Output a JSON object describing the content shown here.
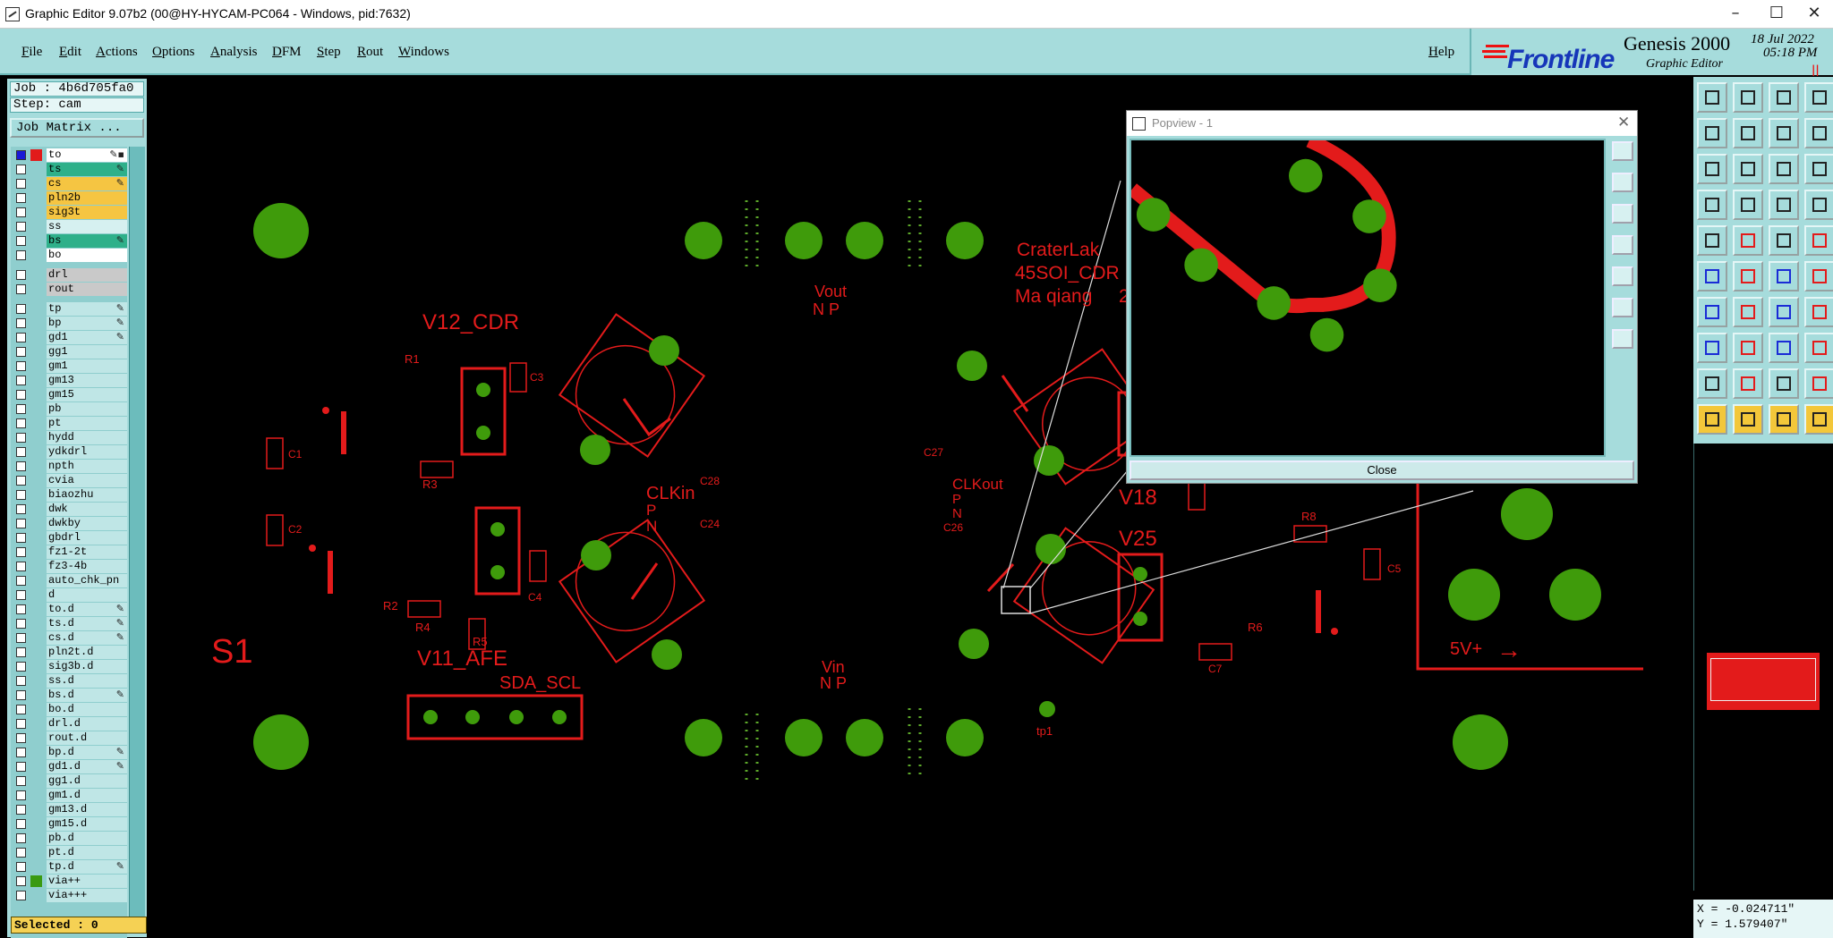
{
  "window": {
    "title": "Graphic Editor 9.07b2 (00@HY-HYCAM-PC064 - Windows, pid:7632)",
    "minimize": "–",
    "maximize": "☐",
    "close": "✕"
  },
  "menu": {
    "items": [
      "File",
      "Edit",
      "Actions",
      "Options",
      "Analysis",
      "DFM",
      "Step",
      "Rout",
      "Windows"
    ],
    "help": "Help"
  },
  "brand": {
    "logo": "Frontline",
    "product": "Genesis 2000",
    "subtitle": "Graphic Editor",
    "date": "18 Jul 2022",
    "time": "05:18 PM",
    "pause": "||"
  },
  "job": {
    "job_line": "Job : 4b6d705fa0",
    "step_line": "Step: cam",
    "matrix_button": "Job Matrix ..."
  },
  "layers": [
    {
      "name": "to",
      "color": "#ffffff",
      "swatch": "#e11b1b",
      "checked": true,
      "mark": "✎▪"
    },
    {
      "name": "ts",
      "color": "#2eb08a",
      "swatch": "",
      "checked": false,
      "mark": "✎"
    },
    {
      "name": "cs",
      "color": "#f5c542",
      "swatch": "",
      "checked": false,
      "mark": "✎"
    },
    {
      "name": "pln2b",
      "color": "#f5c542",
      "swatch": "",
      "checked": false,
      "mark": ""
    },
    {
      "name": "sig3t",
      "color": "#f5c542",
      "swatch": "",
      "checked": false,
      "mark": ""
    },
    {
      "name": "ss",
      "color": "#d6f0f0",
      "swatch": "",
      "checked": false,
      "mark": ""
    },
    {
      "name": "bs",
      "color": "#2eb08a",
      "swatch": "",
      "checked": false,
      "mark": "✎"
    },
    {
      "name": "bo",
      "color": "#ffffff",
      "swatch": "",
      "checked": false,
      "mark": ""
    },
    {
      "name": "drl",
      "color": "#c9c9c9",
      "swatch": "",
      "checked": false,
      "mark": ""
    },
    {
      "name": "rout",
      "color": "#c9c9c9",
      "swatch": "",
      "checked": false,
      "mark": ""
    },
    {
      "name": "tp",
      "color": "#bfe6e6",
      "swatch": "",
      "checked": false,
      "mark": "✎"
    },
    {
      "name": "bp",
      "color": "#bfe6e6",
      "swatch": "",
      "checked": false,
      "mark": "✎"
    },
    {
      "name": "gd1",
      "color": "#bfe6e6",
      "swatch": "",
      "checked": false,
      "mark": "✎"
    },
    {
      "name": "gg1",
      "color": "#bfe6e6",
      "swatch": "",
      "checked": false,
      "mark": ""
    },
    {
      "name": "gm1",
      "color": "#bfe6e6",
      "swatch": "",
      "checked": false,
      "mark": ""
    },
    {
      "name": "gm13",
      "color": "#bfe6e6",
      "swatch": "",
      "checked": false,
      "mark": ""
    },
    {
      "name": "gm15",
      "color": "#bfe6e6",
      "swatch": "",
      "checked": false,
      "mark": ""
    },
    {
      "name": "pb",
      "color": "#bfe6e6",
      "swatch": "",
      "checked": false,
      "mark": ""
    },
    {
      "name": "pt",
      "color": "#bfe6e6",
      "swatch": "",
      "checked": false,
      "mark": ""
    },
    {
      "name": "hydd",
      "color": "#bfe6e6",
      "swatch": "",
      "checked": false,
      "mark": ""
    },
    {
      "name": "ydkdrl",
      "color": "#bfe6e6",
      "swatch": "",
      "checked": false,
      "mark": ""
    },
    {
      "name": "npth",
      "color": "#bfe6e6",
      "swatch": "",
      "checked": false,
      "mark": ""
    },
    {
      "name": "cvia",
      "color": "#bfe6e6",
      "swatch": "",
      "checked": false,
      "mark": ""
    },
    {
      "name": "biaozhu",
      "color": "#bfe6e6",
      "swatch": "",
      "checked": false,
      "mark": ""
    },
    {
      "name": "dwk",
      "color": "#bfe6e6",
      "swatch": "",
      "checked": false,
      "mark": ""
    },
    {
      "name": "dwkby",
      "color": "#bfe6e6",
      "swatch": "",
      "checked": false,
      "mark": ""
    },
    {
      "name": "gbdrl",
      "color": "#bfe6e6",
      "swatch": "",
      "checked": false,
      "mark": ""
    },
    {
      "name": "fz1-2t",
      "color": "#bfe6e6",
      "swatch": "",
      "checked": false,
      "mark": ""
    },
    {
      "name": "fz3-4b",
      "color": "#bfe6e6",
      "swatch": "",
      "checked": false,
      "mark": ""
    },
    {
      "name": "auto_chk_pn",
      "color": "#bfe6e6",
      "swatch": "",
      "checked": false,
      "mark": ""
    },
    {
      "name": "d",
      "color": "#bfe6e6",
      "swatch": "",
      "checked": false,
      "mark": ""
    },
    {
      "name": "to.d",
      "color": "#bfe6e6",
      "swatch": "",
      "checked": false,
      "mark": "✎"
    },
    {
      "name": "ts.d",
      "color": "#bfe6e6",
      "swatch": "",
      "checked": false,
      "mark": "✎"
    },
    {
      "name": "cs.d",
      "color": "#bfe6e6",
      "swatch": "",
      "checked": false,
      "mark": "✎"
    },
    {
      "name": "pln2t.d",
      "color": "#bfe6e6",
      "swatch": "",
      "checked": false,
      "mark": ""
    },
    {
      "name": "sig3b.d",
      "color": "#bfe6e6",
      "swatch": "",
      "checked": false,
      "mark": ""
    },
    {
      "name": "ss.d",
      "color": "#bfe6e6",
      "swatch": "",
      "checked": false,
      "mark": ""
    },
    {
      "name": "bs.d",
      "color": "#bfe6e6",
      "swatch": "",
      "checked": false,
      "mark": "✎"
    },
    {
      "name": "bo.d",
      "color": "#bfe6e6",
      "swatch": "",
      "checked": false,
      "mark": ""
    },
    {
      "name": "drl.d",
      "color": "#bfe6e6",
      "swatch": "",
      "checked": false,
      "mark": ""
    },
    {
      "name": "rout.d",
      "color": "#bfe6e6",
      "swatch": "",
      "checked": false,
      "mark": ""
    },
    {
      "name": "bp.d",
      "color": "#bfe6e6",
      "swatch": "",
      "checked": false,
      "mark": "✎"
    },
    {
      "name": "gd1.d",
      "color": "#bfe6e6",
      "swatch": "",
      "checked": false,
      "mark": "✎"
    },
    {
      "name": "gg1.d",
      "color": "#bfe6e6",
      "swatch": "",
      "checked": false,
      "mark": ""
    },
    {
      "name": "gm1.d",
      "color": "#bfe6e6",
      "swatch": "",
      "checked": false,
      "mark": ""
    },
    {
      "name": "gm13.d",
      "color": "#bfe6e6",
      "swatch": "",
      "checked": false,
      "mark": ""
    },
    {
      "name": "gm15.d",
      "color": "#bfe6e6",
      "swatch": "",
      "checked": false,
      "mark": ""
    },
    {
      "name": "pb.d",
      "color": "#bfe6e6",
      "swatch": "",
      "checked": false,
      "mark": ""
    },
    {
      "name": "pt.d",
      "color": "#bfe6e6",
      "swatch": "",
      "checked": false,
      "mark": ""
    },
    {
      "name": "tp.d",
      "color": "#bfe6e6",
      "swatch": "",
      "checked": false,
      "mark": "✎"
    },
    {
      "name": "via++",
      "color": "#bfe6e6",
      "swatch": "#3a9a12",
      "checked": false,
      "mark": ""
    },
    {
      "name": "via+++",
      "color": "#bfe6e6",
      "swatch": "",
      "checked": false,
      "mark": ""
    }
  ],
  "status": {
    "selected": "Selected : 0",
    "x": "X = -0.024711\"",
    "y": "Y = 1.579407\""
  },
  "board_labels": {
    "s1": "S1",
    "v12": "V12_CDR",
    "v11": "V11_AFE",
    "sda": "SDA_SCL",
    "vout": "Vout",
    "vin": "Vin",
    "np1": "N P",
    "np2": "N P",
    "clkin": "CLKin",
    "clkout": "CLKout",
    "p1": "P",
    "n1": "N",
    "p2": "P",
    "n2": "N",
    "crater": "CraterLak",
    "soi": "45SOI_CDR",
    "ma": "Ma qiang",
    "two": "2",
    "v18": "V18",
    "v25": "V25",
    "fivev": "5V+",
    "arrow": "→",
    "r1": "R1",
    "r2": "R2",
    "r3": "R3",
    "r4": "R4",
    "r5": "R5",
    "r6": "R6",
    "r8": "R8",
    "c1": "C1",
    "c2": "C2",
    "c3": "C3",
    "c4": "C4",
    "c5": "C5",
    "c7": "C7",
    "c24": "C24",
    "c26": "C26",
    "c27": "C27",
    "c28": "C28",
    "tp1": "tp1"
  },
  "popview": {
    "title": "Popview - 1",
    "close_label": "Close"
  },
  "colors": {
    "board_red": "#e31b1b",
    "pad_green": "#3f9b0b",
    "panel_teal": "#a6dcdc"
  }
}
